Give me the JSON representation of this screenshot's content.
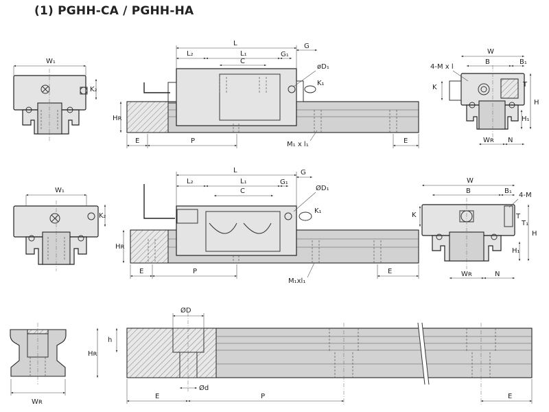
{
  "title": "(1) PGHH-CA / PGHH-HA",
  "view1": {
    "front": {
      "W1": "W₁",
      "K2": "K₂"
    },
    "side": {
      "L": "L",
      "L2": "L₂",
      "L1": "L₁",
      "C": "C",
      "G1": "G₁",
      "G": "G",
      "D1": "øD₁",
      "K1": "K₁",
      "HR": "Hʀ",
      "E_left": "E",
      "P": "P",
      "M1xl1": "M₁ x l₁",
      "E_right": "E"
    },
    "end": {
      "W": "W",
      "B": "B",
      "B1": "B₁",
      "M": "4-M x l",
      "K": "K",
      "T": "T",
      "H": "H",
      "H1": "H₁",
      "WR": "Wʀ",
      "N": "N"
    }
  },
  "view2": {
    "front": {
      "W1": "W₁",
      "K2": "K₂"
    },
    "side": {
      "L": "L",
      "L2": "L₂",
      "L1": "L₁",
      "C": "C",
      "G1": "G₁",
      "G": "G",
      "D1": "ØD₁",
      "K1": "K₁",
      "HR": "Hʀ",
      "E_left": "E",
      "P": "P",
      "M1xl1": "M₁xl₁",
      "E_right": "E"
    },
    "end": {
      "W": "W",
      "B": "B",
      "B1": "B₁",
      "M": "4-M",
      "K": "K",
      "T": "T",
      "T1": "T₁",
      "H": "H",
      "H1": "H₁",
      "WR": "Wʀ",
      "N": "N"
    }
  },
  "rail": {
    "section": {
      "WR": "Wʀ"
    },
    "long": {
      "D": "ØD",
      "h": "h",
      "HR": "Hʀ",
      "d": "Ød",
      "E_left": "E",
      "P": "P",
      "E_right": "E"
    }
  }
}
